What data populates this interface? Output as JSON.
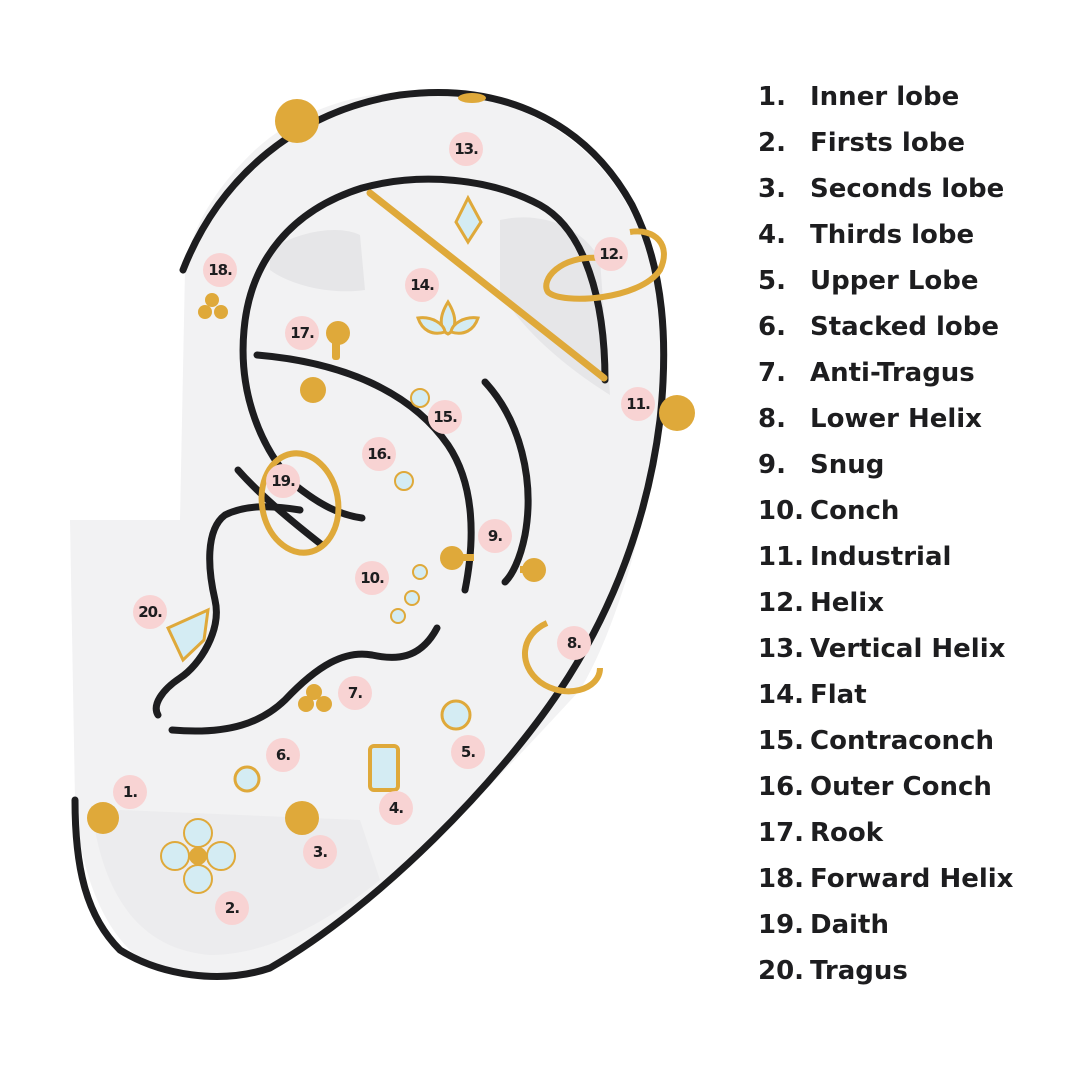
{
  "colors": {
    "outline": "#1d1d1f",
    "skin": "#f2f2f3",
    "skin_shadow": "#e6e6e8",
    "gold": "#dfa93a",
    "gold_dark": "#c8902a",
    "gold_light": "#f1cf73",
    "gem": "#d4ecf3",
    "badge": "#f8d3d3"
  },
  "legend": [
    {
      "num": "1.",
      "label": "Inner lobe"
    },
    {
      "num": "2.",
      "label": "Firsts lobe"
    },
    {
      "num": "3.",
      "label": "Seconds lobe"
    },
    {
      "num": "4.",
      "label": "Thirds lobe"
    },
    {
      "num": "5.",
      "label": "Upper Lobe"
    },
    {
      "num": "6.",
      "label": "Stacked lobe"
    },
    {
      "num": "7.",
      "label": "Anti-Tragus"
    },
    {
      "num": "8.",
      "label": "Lower Helix"
    },
    {
      "num": "9.",
      "label": "Snug"
    },
    {
      "num": "10.",
      "label": "Conch"
    },
    {
      "num": "11.",
      "label": "Industrial"
    },
    {
      "num": "12.",
      "label": "Helix"
    },
    {
      "num": "13.",
      "label": "Vertical Helix"
    },
    {
      "num": "14.",
      "label": "Flat"
    },
    {
      "num": "15.",
      "label": "Contraconch"
    },
    {
      "num": "16.",
      "label": "Outer Conch"
    },
    {
      "num": "17.",
      "label": "Rook"
    },
    {
      "num": "18.",
      "label": "Forward Helix"
    },
    {
      "num": "19.",
      "label": "Daith"
    },
    {
      "num": "20.",
      "label": "Tragus"
    }
  ],
  "markers": [
    "1.",
    "2.",
    "3.",
    "4.",
    "5.",
    "6.",
    "7.",
    "8.",
    "9.",
    "10.",
    "11.",
    "12.",
    "13.",
    "14.",
    "15.",
    "16.",
    "17.",
    "18.",
    "19.",
    "20."
  ]
}
